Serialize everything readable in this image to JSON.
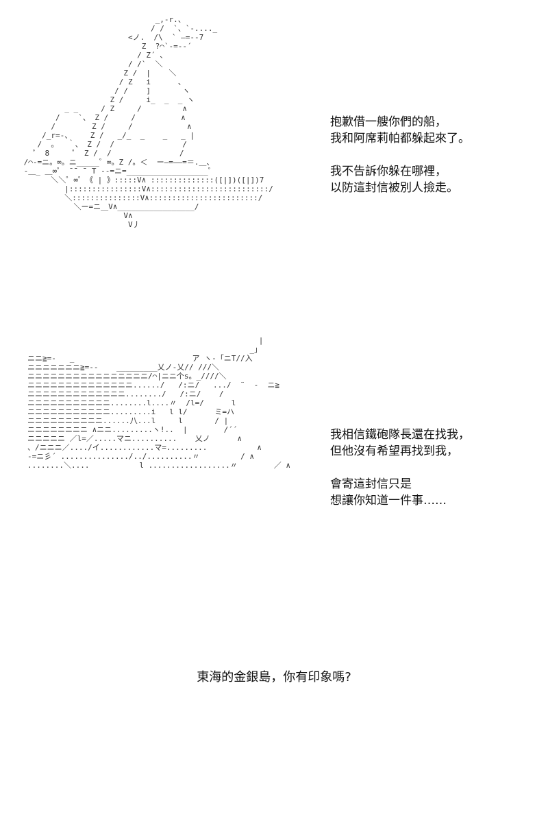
{
  "ship_art": [
    "                              _,-r.、",
    "                             / /  `、`-...._",
    "                        <ノ.  /\\  ` ―=--7",
    "                           Z  ?⌒`-=-‐´",
    "                          / Z´ 、",
    "                        / /`  ＼",
    "                       Z /  |    ＼",
    "                      / Z   i      、",
    "                     / /    ]       ヽ",
    "                    Z /     i_  _  _ ヽ",
    "          _ _     / Z     /         ∧",
    "        /    `、 Z /     /          ∧",
    "       /        Z /     /            ∧",
    "     /_r=-、    Z /   _/_  _    _   _ |",
    "    /  。  ｀、 Z /  /               /",
    "   ゜ 8     ゜ Z /  /               /",
    " /⌒-=ニ。∞。ニ_____゜∞。Z /。＜  ー―=――=＝.＿、",
    " ‐＿_ ＿∞゜ ̄ ̄¨ ̄¨ T ‐-=ニ=__________________゜",
    "       ＼＼゜∞゜《 | 》:::::V∧ ::::::::::::::([|])([|])7",
    "          |::::::::::::::::V∧::::::::::::::::::::::::::/",
    "          ＼:::::::::::::::V∧::::::::::::::::::::::::/",
    "            ＼ー=ニ＿V∧_________________/",
    "                       V∧",
    "                        V丿"
  ],
  "cliff_art": [
    "                                                   |",
    "                                                 _」",
    "ニニ≧=-   _                          ア ヽ-「ニT//入",
    "ニニニニニニニ≧=--    _________乂ノ-乂// ///＼",
    "ニニニニニニニニニニニニニニニニ/⌒|ニニ个s。_////＼",
    "ニニニニニニニニニニニニニニ....../   /:ニ/   .../  ¨  ‐  ニ≧",
    "ニニニニニニニニニニニニニ......../   /:ニ/    /",
    "ニニニニニニニニニニニ........l....〃  /l=/      l",
    "ニニニニニニニニニニニ.........i   l l/      ミ=ハ",
    "ニニニニニニニニニニ......八...l     l       / |",
    "ニニニニニニニニ ∧ニニ.........ヽ!..  |        /´´",
    "ニニニニニ ／l=／.....マニ..........    乂ノ      ∧",
    "、/ニニニ／..../イ............マ=.........           ∧",
    "-=ニ彡´ .............../../..........〃         / ∧",
    "........＼....           l ..................〃        ／ ∧"
  ],
  "message_1": {
    "lines": [
      "抱歉借一艘你們的船，",
      "我和阿席莉帕都躲起來了。",
      "",
      "我不告訴你躲在哪裡，",
      "以防這封信被別人撿走。"
    ]
  },
  "message_2": {
    "lines": [
      "我相信鐵砲隊長還在找我，",
      "但他沒有希望再找到我，",
      "",
      "會寄這封信只是",
      "想讓你知道一件事……"
    ]
  },
  "question": "東海的金銀島，你有印象嗎?"
}
